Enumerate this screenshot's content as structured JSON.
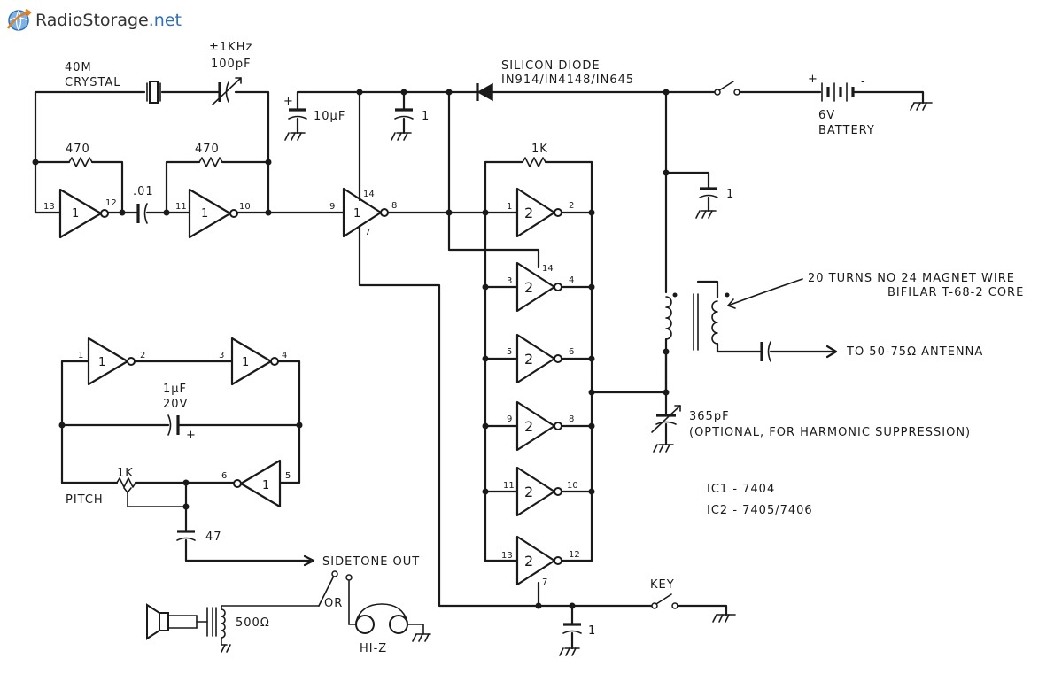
{
  "watermark": {
    "brand": "RadioStorage",
    "tld": ".net",
    "brand_color": "#333333",
    "tld_color": "#2f6fb5",
    "icon": "globe-arrow-icon"
  },
  "labels": {
    "crystal_1": "40M",
    "crystal_2": "CRYSTAL",
    "trim_1": "±1KHz",
    "trim_2": "100pF",
    "r470_a": "470",
    "r470_b": "470",
    "c01": ".01",
    "c10uf": "10µF",
    "c1_top": "1",
    "diode_1": "SILICON DIODE",
    "diode_2": "IN914/IN4148/IN645",
    "battery_1": "6V",
    "battery_2": "BATTERY",
    "r1k_top": "1K",
    "c1_right": "1",
    "coil_1": "20 TURNS NO 24 MAGNET WIRE",
    "coil_2": "BIFILAR T-68-2 CORE",
    "antenna": "TO 50-75Ω ANTENNA",
    "c365_1": "365pF",
    "c365_2": "(OPTIONAL, FOR HARMONIC SUPPRESSION)",
    "ic1": "IC1 - 7404",
    "ic2": "IC2 - 7405/7406",
    "c1uf_1": "1µF",
    "c1uf_2": "20V",
    "r1k_pitch": "1K",
    "pitch": "PITCH",
    "c47": "47",
    "sidetone": "SIDETONE OUT",
    "or": "OR",
    "r500": "500Ω",
    "hiz": "HI-Z",
    "key": "KEY",
    "c1_bottom": "1",
    "batt_plus": "+",
    "batt_minus": "-",
    "cap_plus": "+",
    "c1uf_plus": "+"
  },
  "gates": {
    "ic1_names": [
      "1",
      "1",
      "1",
      "1",
      "1",
      "1"
    ],
    "ic2_names": [
      "2",
      "2",
      "2",
      "2",
      "2",
      "2"
    ]
  },
  "pins": {
    "g1_in": "13",
    "g1_out": "12",
    "g2_in": "11",
    "g2_out": "10",
    "g3_in": "9",
    "g3_out": "8",
    "g3_vcc": "14",
    "g3_gnd": "7",
    "p1": "1",
    "p2": "2",
    "p3": "3",
    "p4": "4",
    "p5": "5",
    "p6": "6",
    "p9": "9",
    "p8": "8",
    "p11": "11",
    "p10": "10",
    "p13": "13",
    "p12": "12",
    "p7": "7",
    "p14": "14",
    "s1": "1",
    "s2": "2",
    "s3": "3",
    "s4": "4",
    "s5": "5",
    "s6": "6"
  }
}
